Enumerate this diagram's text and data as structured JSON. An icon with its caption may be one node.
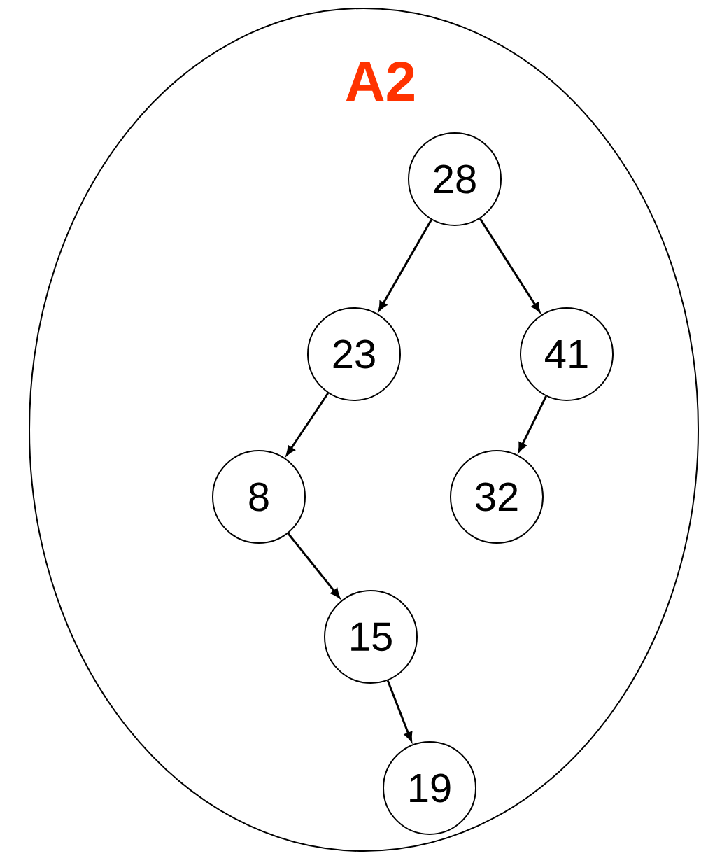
{
  "diagram": {
    "nodes": [
      {
        "text": [
          "A2"
        ]
      },
      {
        "text": [
          "28"
        ],
        "in": 0
      },
      {
        "text": [
          "23"
        ],
        "in": 0
      },
      {
        "text": [
          "41"
        ],
        "in": 0
      },
      {
        "text": [
          "8"
        ],
        "in": 0
      },
      {
        "text": [
          "32"
        ],
        "in": 0
      },
      {
        "text": [
          "15"
        ],
        "in": 0
      },
      {
        "text": [
          "19"
        ],
        "in": 0
      }
    ],
    "edges": [
      {
        "from": 1,
        "to": 2,
        "arrow": "to"
      },
      {
        "from": 1,
        "to": 3,
        "arrow": "to"
      },
      {
        "from": 2,
        "to": 4,
        "arrow": "to"
      },
      {
        "from": 3,
        "to": 5,
        "arrow": "to"
      },
      {
        "from": 4,
        "to": 6,
        "arrow": "to"
      },
      {
        "from": 6,
        "to": 7,
        "arrow": "to"
      }
    ]
  }
}
